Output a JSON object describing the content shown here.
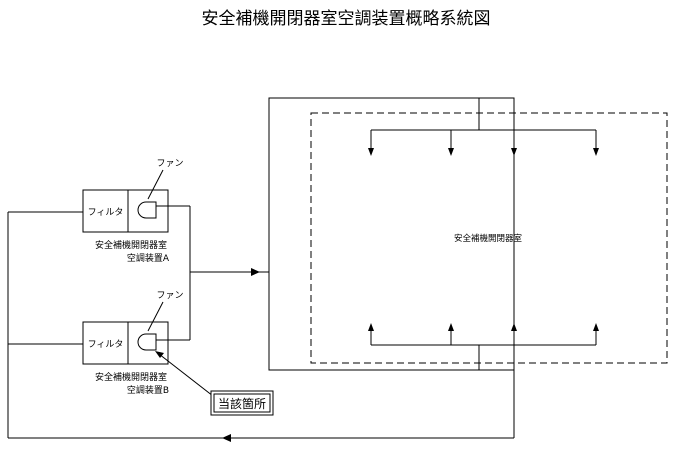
{
  "title": "安全補機開閉器室空調装置概略系統図",
  "room_label": "安全補機開閉器室",
  "unit_a": {
    "filter_label": "フィルタ",
    "fan_label": "ファン",
    "name_line1": "安全補機開閉器室",
    "name_line2": "空調装置A"
  },
  "unit_b": {
    "filter_label": "フィルタ",
    "fan_label": "ファン",
    "name_line1": "安全補機開閉器室",
    "name_line2": "空調装置B"
  },
  "callout_label": "当該箇所",
  "colors": {
    "line": "#000000",
    "background": "#ffffff"
  }
}
